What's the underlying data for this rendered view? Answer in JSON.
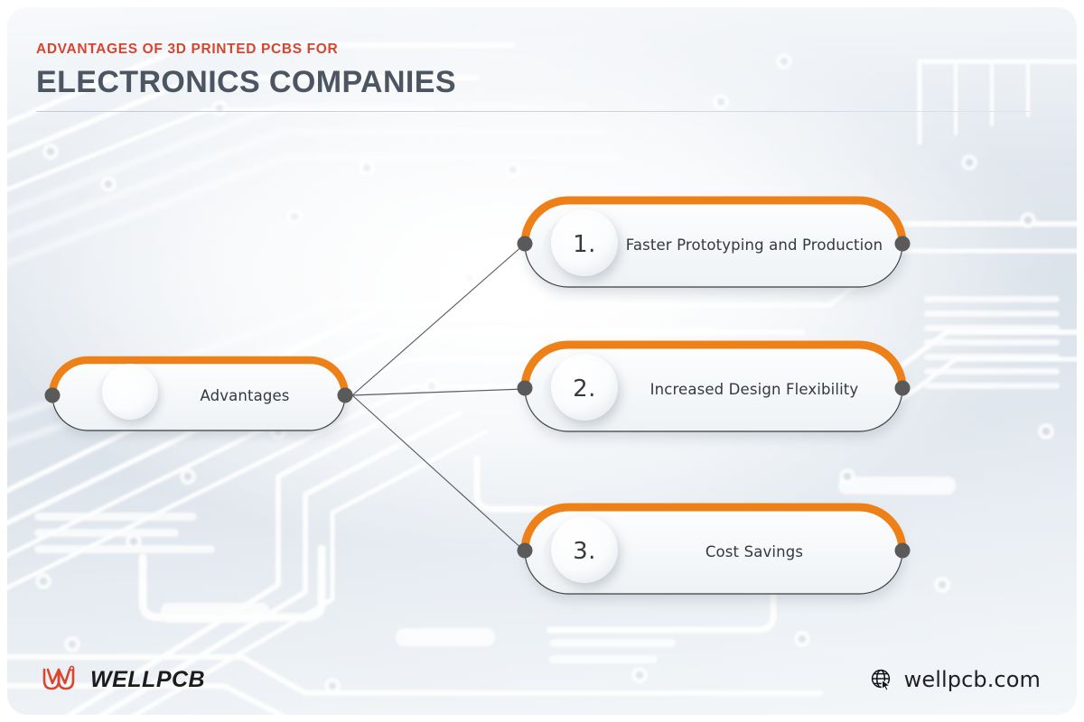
{
  "header": {
    "eyebrow": "ADVANTAGES OF 3D PRINTED PCBS FOR",
    "headline": "ELECTRONICS COMPANIES"
  },
  "colors": {
    "accent_orange": "#ee8018",
    "eyebrow_red": "#d6452f",
    "headline_slate": "#4c5663",
    "node_dot": "#5a5a5a",
    "outline_dark": "#3d3d3d",
    "board_base": "#dee5ec",
    "trace_white": "#ffffff"
  },
  "diagram": {
    "root": {
      "label": "Advantages",
      "number": ""
    },
    "branches": [
      {
        "number": "1.",
        "label": "Faster Prototyping and Production"
      },
      {
        "number": "2.",
        "label": "Increased Design Flexibility"
      },
      {
        "number": "3.",
        "label": "Cost Savings"
      }
    ]
  },
  "footer": {
    "logo_text": "WELLPCB",
    "logo_mark": "w-monogram-icon",
    "site_icon": "globe-cursor-icon",
    "site_text": "wellpcb.com"
  }
}
